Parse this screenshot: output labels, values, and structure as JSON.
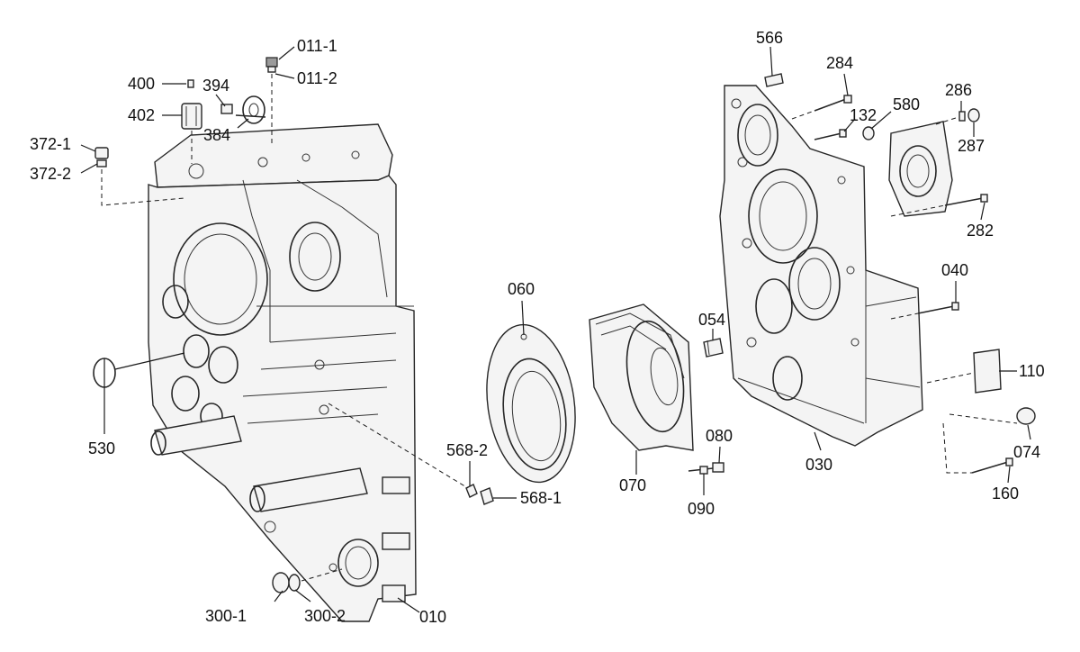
{
  "labels": {
    "l_011_1": "011-1",
    "l_011_2": "011-2",
    "l_400": "400",
    "l_394": "394",
    "l_402": "402",
    "l_384": "384",
    "l_372_1": "372-1",
    "l_372_2": "372-2",
    "l_530": "530",
    "l_060": "060",
    "l_568_2": "568-2",
    "l_568_1": "568-1",
    "l_070": "070",
    "l_054": "054",
    "l_080": "080",
    "l_090": "090",
    "l_300_1": "300-1",
    "l_300_2": "300-2",
    "l_010": "010",
    "l_566": "566",
    "l_284": "284",
    "l_132": "132",
    "l_580": "580",
    "l_286": "286",
    "l_287": "287",
    "l_282": "282",
    "l_040": "040",
    "l_110": "110",
    "l_074": "074",
    "l_030": "030",
    "l_160": "160"
  },
  "colors": {
    "ink": "#111111",
    "line": "#1a1a1a",
    "background": "#ffffff"
  }
}
